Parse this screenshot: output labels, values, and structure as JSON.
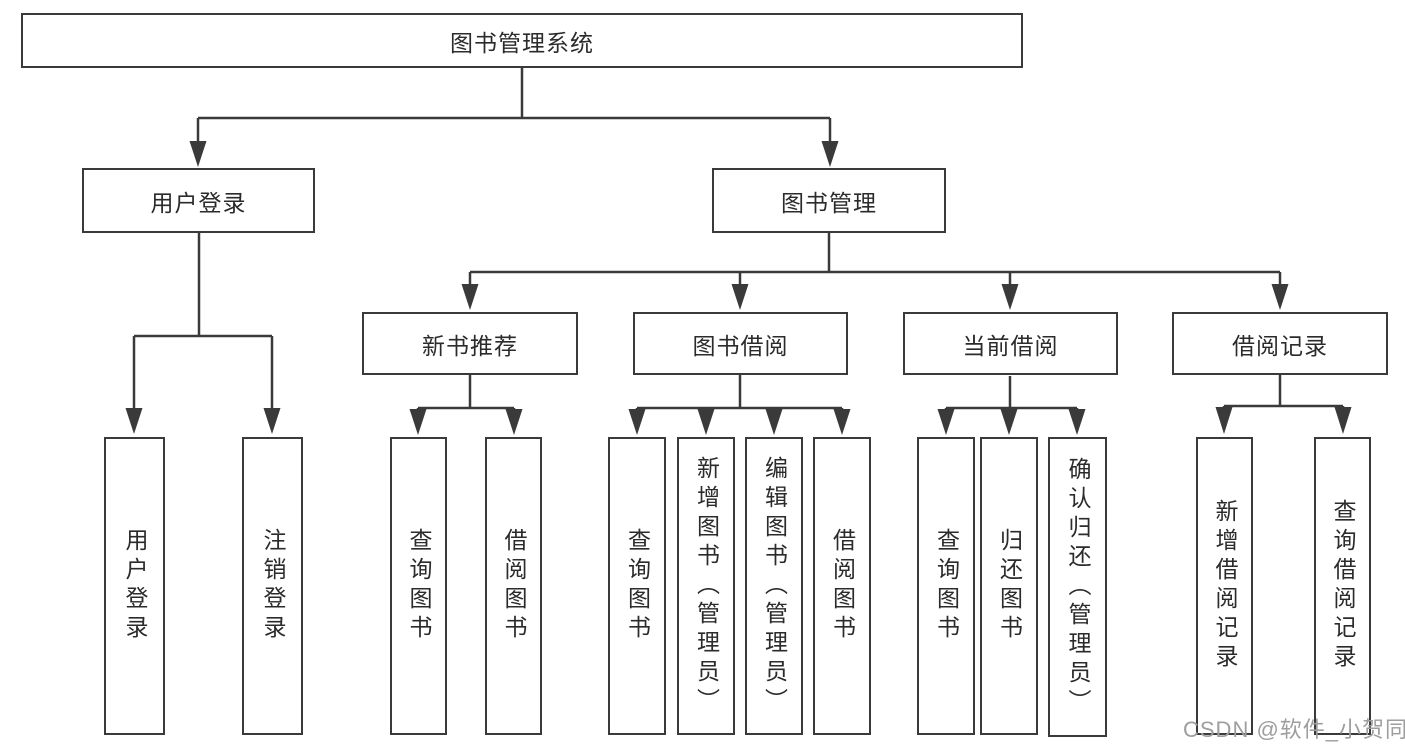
{
  "diagram": {
    "title": "图书管理系统",
    "type": "functional-decomposition-tree",
    "hierarchy": {
      "图书管理系统": {
        "用户登录": [
          "用户登录",
          "注销登录"
        ],
        "图书管理": {
          "新书推荐": [
            "查询图书",
            "借阅图书"
          ],
          "图书借阅": [
            "查询图书",
            "新增图书（管理员）",
            "编辑图书（管理员）",
            "借阅图书"
          ],
          "当前借阅": [
            "查询图书",
            "归还图书",
            "确认归还（管理员）"
          ],
          "借阅记录": [
            "新增借阅记录",
            "查询借阅记录"
          ]
        }
      }
    },
    "colors": {
      "line": "#3a3a3a",
      "text": "#2b2b2b",
      "background": "#ffffff",
      "watermark": "#9e9e9e"
    }
  },
  "nodes": {
    "root": "图书管理系统",
    "user_login": "用户登录",
    "book_mgmt": "图书管理",
    "new_book_rec": "新书推荐",
    "book_borrow": "图书借阅",
    "current_borrow": "当前借阅",
    "borrow_records": "借阅记录",
    "col_user_login": "用户登录",
    "col_logout": "注销登录",
    "col_query_book_1": "查询图书",
    "col_borrow_book_1": "借阅图书",
    "col_query_book_2": "查询图书",
    "col_add_book": "新增图书（管理员）",
    "col_edit_book": "编辑图书（管理员）",
    "col_borrow_book_2": "借阅图书",
    "col_query_book_3": "查询图书",
    "col_return_book": "归还图书",
    "col_confirm_return": "确认归还（管理员）",
    "col_add_record": "新增借阅记录",
    "col_query_record": "查询借阅记录"
  },
  "watermark": "CSDN @软件_小贺同学"
}
